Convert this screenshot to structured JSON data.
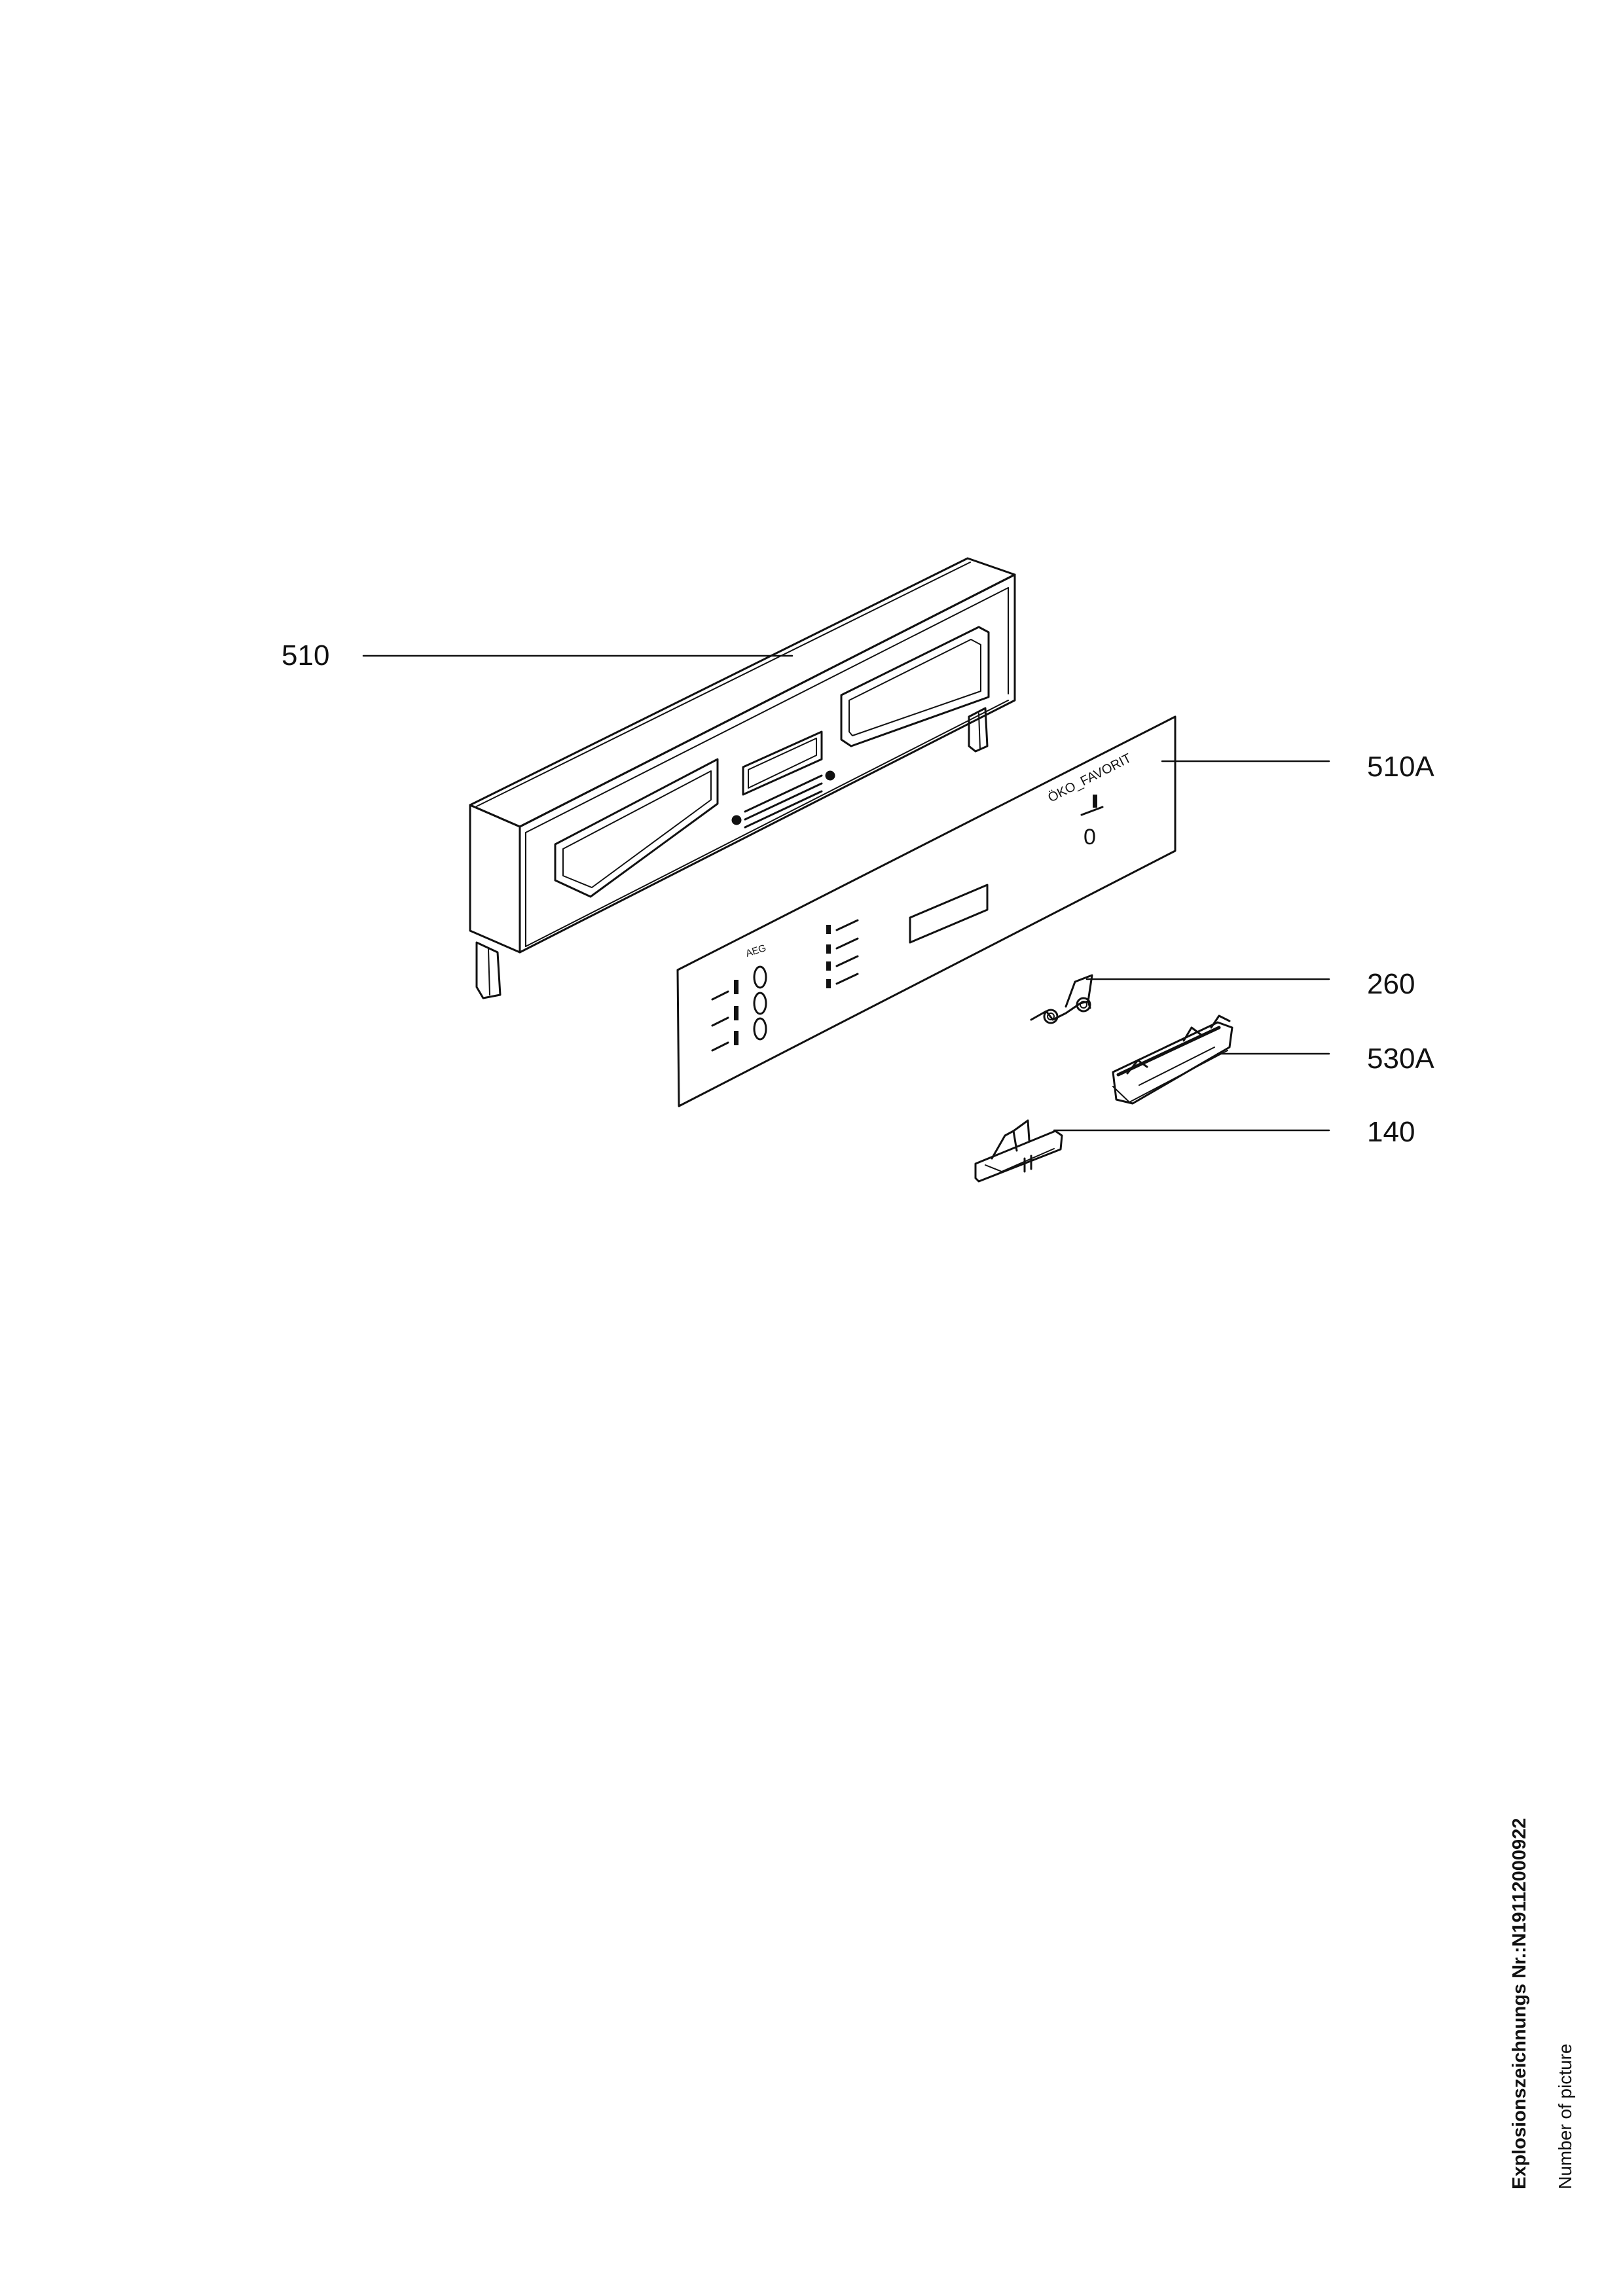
{
  "callouts": [
    {
      "id": "510",
      "label": "510"
    },
    {
      "id": "510A",
      "label": "510A"
    },
    {
      "id": "260",
      "label": "260"
    },
    {
      "id": "530A",
      "label": "530A"
    },
    {
      "id": "140",
      "label": "140"
    }
  ],
  "panel": {
    "brand": "AEG",
    "model": "ÖKO_FAVORIT",
    "dial_symbol": "0"
  },
  "footer": {
    "picture_number": "Explosionszeichnungs Nr.:N19112000922",
    "picture_note": "Number of picture"
  },
  "colors": {
    "line": "#111111",
    "background": "#ffffff"
  }
}
